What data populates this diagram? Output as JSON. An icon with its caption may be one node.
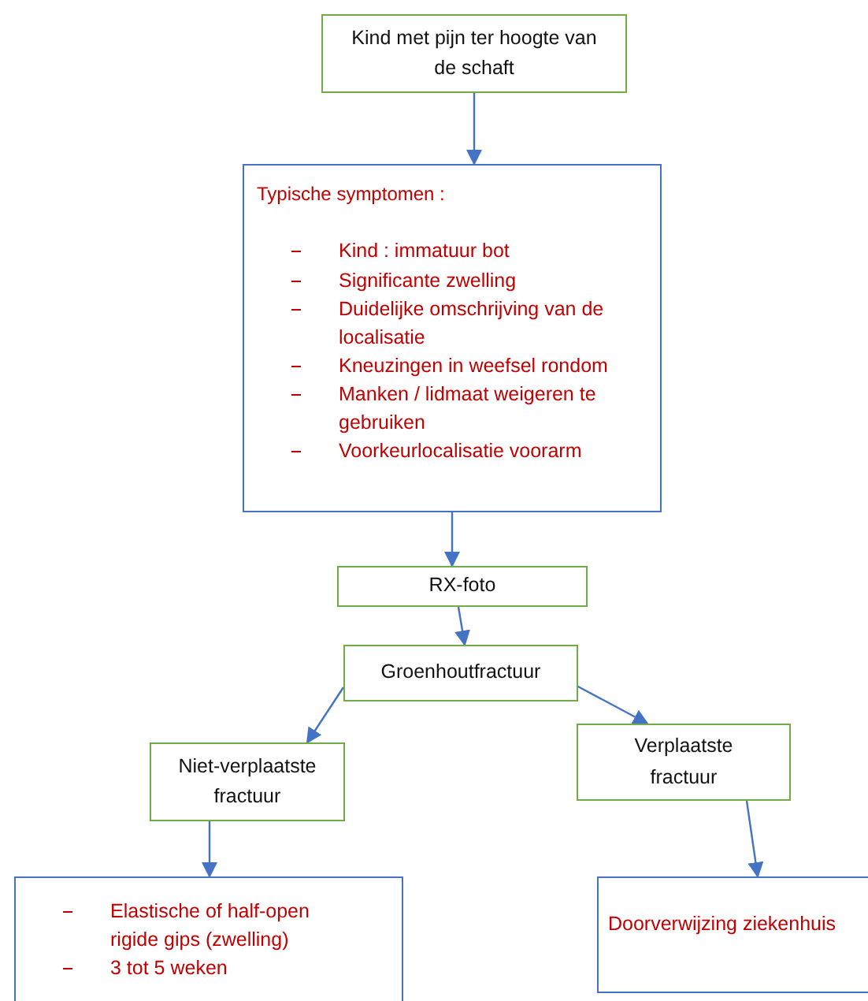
{
  "diagram": {
    "nodes": [
      {
        "text": [
          "Kind met pijn ter hoogte van de schaft"
        ]
      },
      {
        "text": [
          "Typische symptomen :",
          "Kind : immatuur bot",
          "Significante zwelling",
          "Duidelijke omschrijving van de localisatie",
          "Kneuzingen in weefsel rondom",
          "Manken / lidmaat weigeren te gebruiken",
          "Voorkeurlocalisatie voorarm"
        ]
      },
      {
        "text": [
          "RX-foto"
        ]
      },
      {
        "text": [
          "Groenhoutfractuur"
        ]
      },
      {
        "text": [
          "Niet-verplaatste fractuur"
        ]
      },
      {
        "text": [
          "Verplaatste fractuur"
        ]
      },
      {
        "text": [
          "Elastische of half-open rigide gips (zwelling)",
          "3 tot 5 weken"
        ]
      },
      {
        "text": [
          "Doorverwijzing ziekenhuis"
        ]
      }
    ],
    "edges": [
      {
        "from": 0,
        "to": 1,
        "arrow": "to"
      },
      {
        "from": 1,
        "to": 2,
        "arrow": "to"
      },
      {
        "from": 2,
        "to": 3,
        "arrow": "to"
      },
      {
        "from": 3,
        "to": 4,
        "arrow": "to"
      },
      {
        "from": 3,
        "to": 5,
        "arrow": "to"
      },
      {
        "from": 4,
        "to": 6,
        "arrow": "to"
      },
      {
        "from": 5,
        "to": 7,
        "arrow": "to"
      }
    ]
  }
}
